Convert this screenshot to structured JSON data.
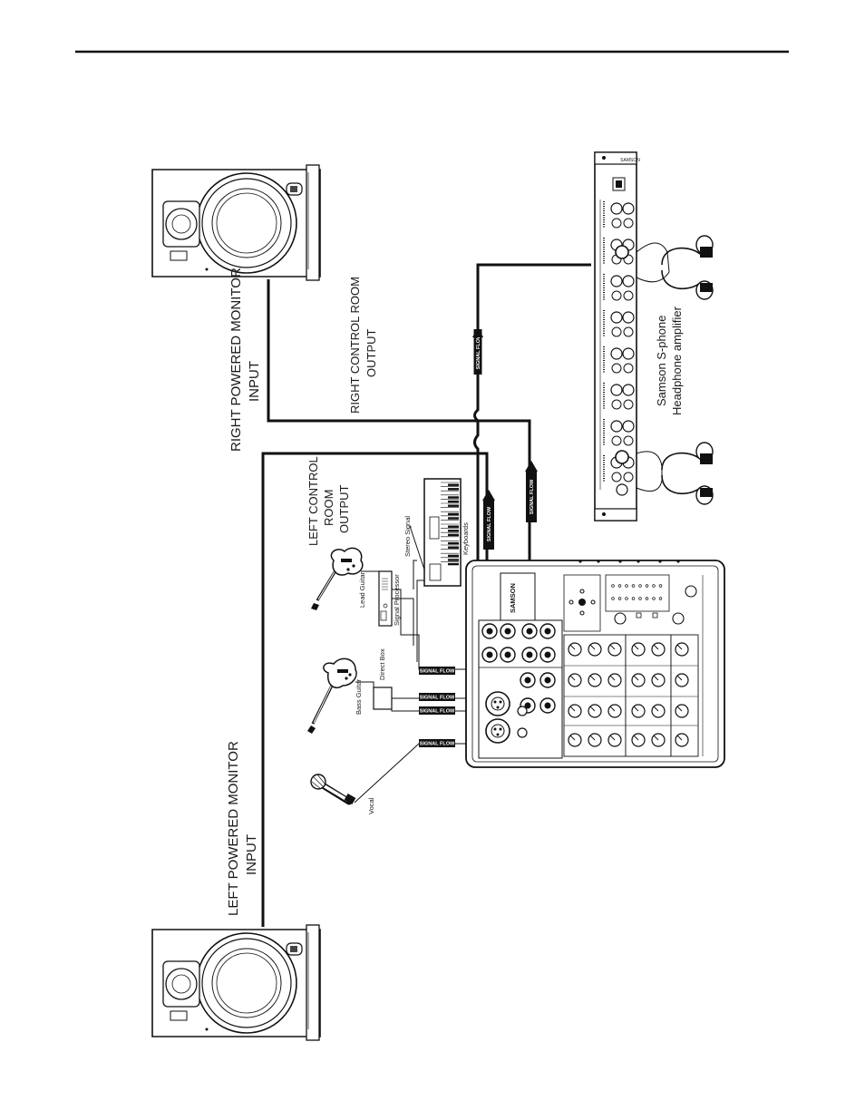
{
  "labels": {
    "left_monitor": [
      "LEFT POWERED MONITOR",
      "INPUT"
    ],
    "right_monitor": [
      "RIGHT POWERED MONITOR",
      "INPUT"
    ],
    "left_control_room": [
      "LEFT CONTROL",
      "ROOM",
      "OUTPUT"
    ],
    "right_control_room": [
      "RIGHT CONTROL ROOM",
      "OUTPUT"
    ],
    "headphone_amp": [
      "Samson S-phone",
      "Headphone amplifier"
    ],
    "vocal": "Vocal",
    "bass_guitar": "Bass Guitar",
    "direct_box": "Direct Box",
    "lead_guitar": "Lead Guitar",
    "signal_processor": "Signal Processor",
    "stereo_signal": "Stereo Signal",
    "keyboards": "Keyboards",
    "signal_flow": "SIGNAL FLOW",
    "mixer_brand": "SAMSON"
  }
}
